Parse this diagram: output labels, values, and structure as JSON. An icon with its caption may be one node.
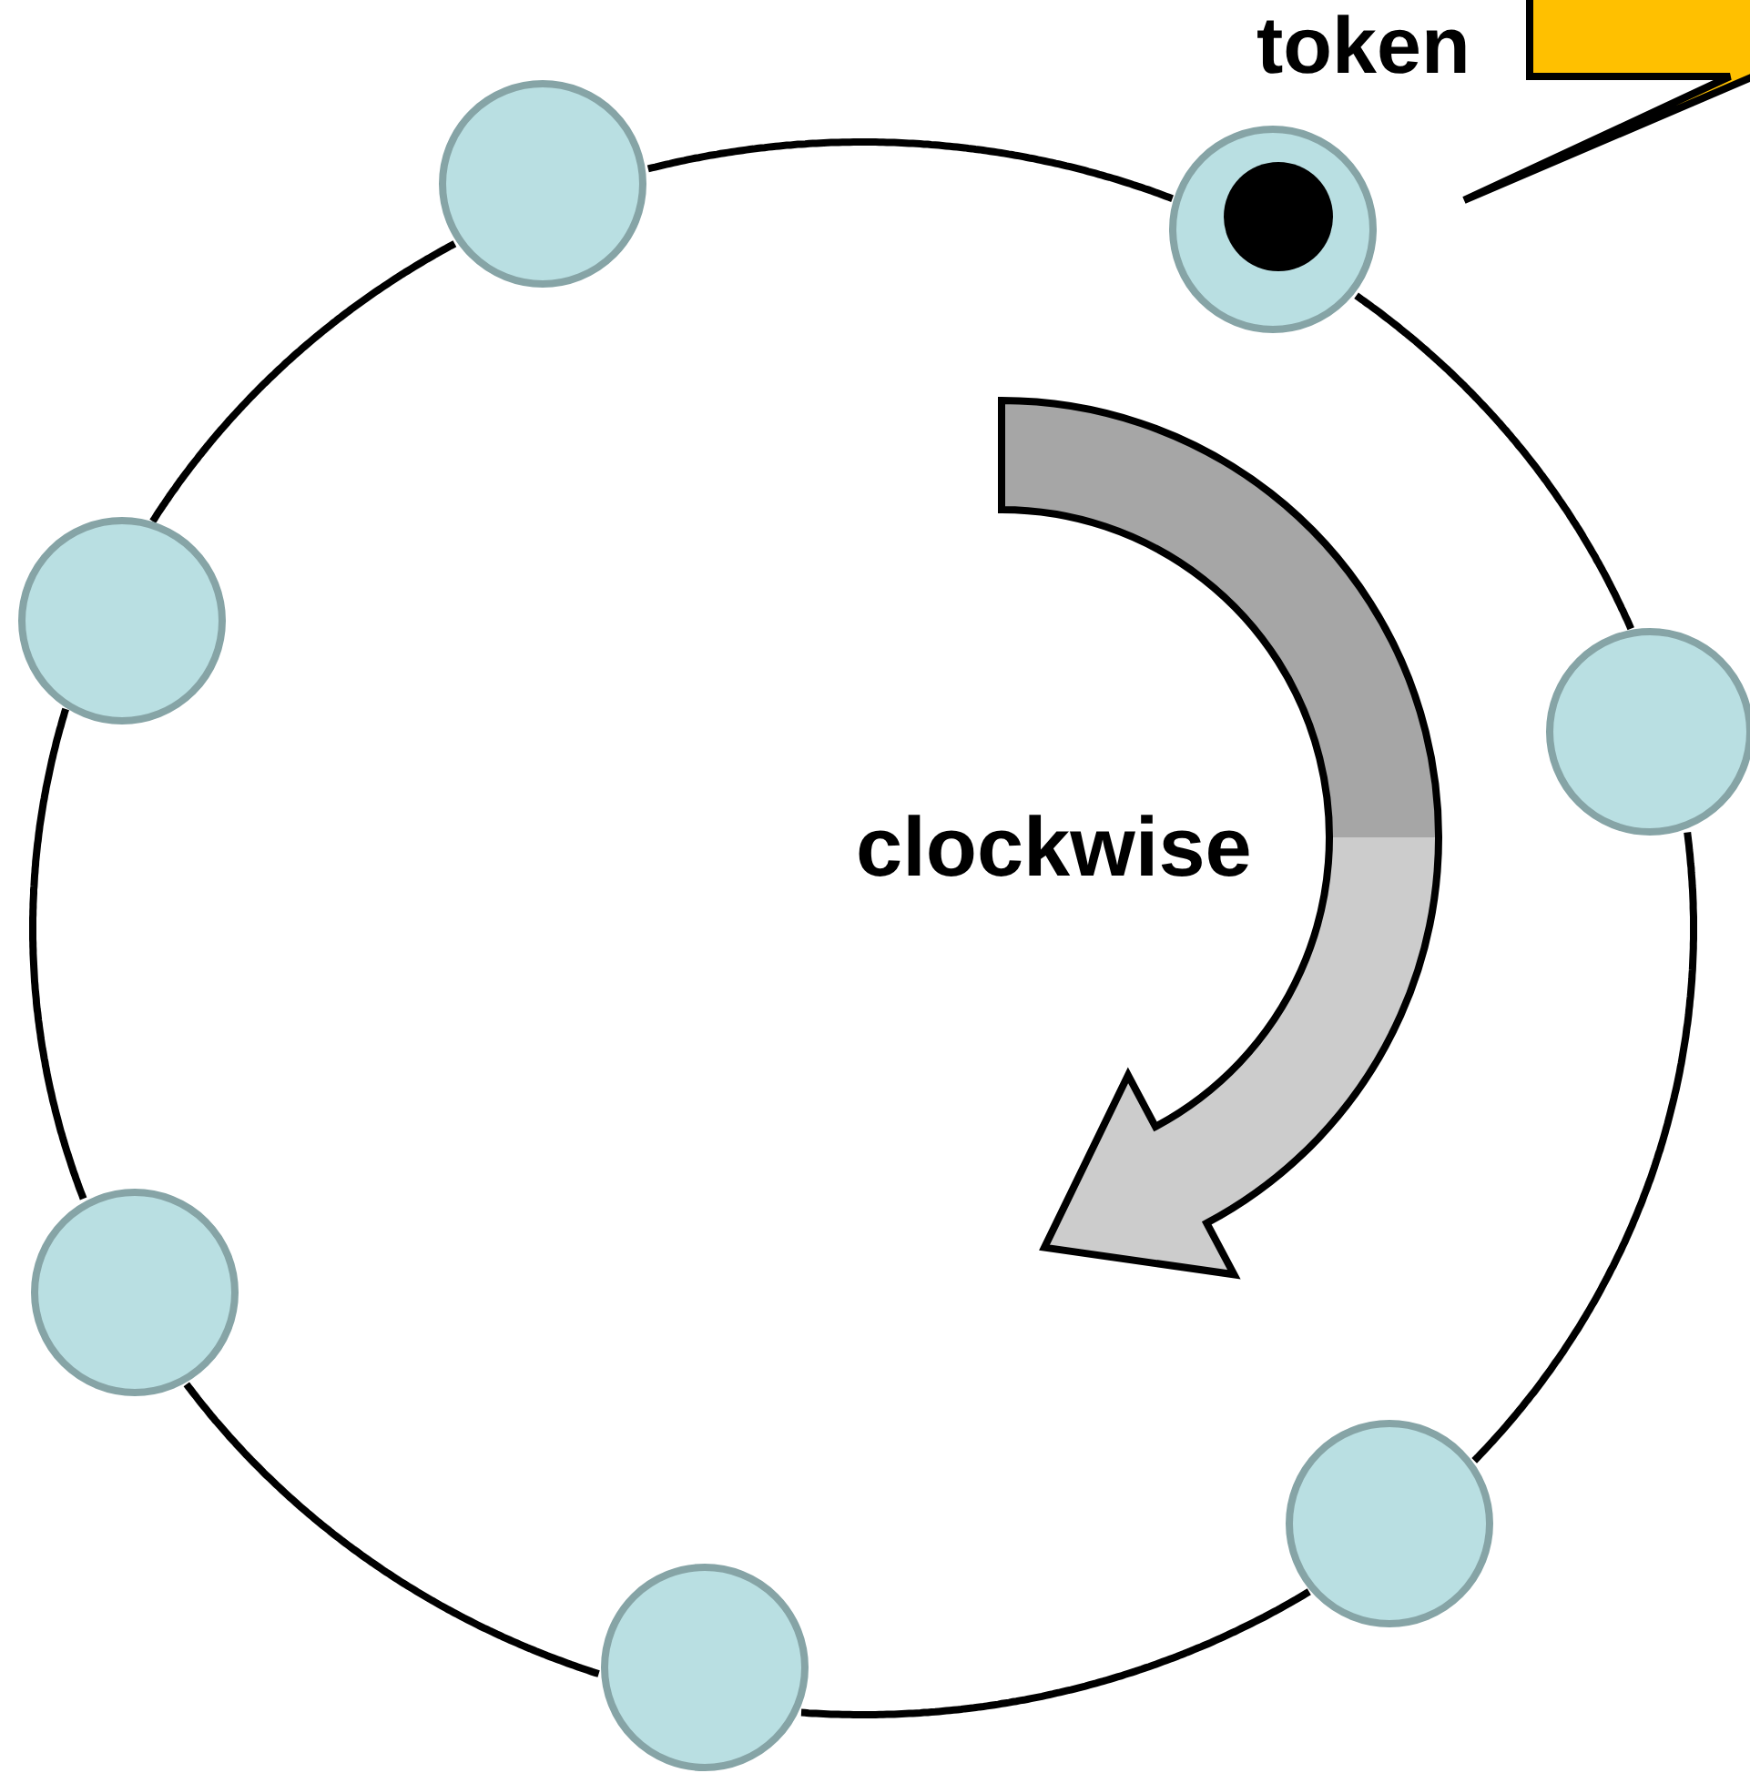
{
  "diagram": {
    "nodes": [
      {
        "text": [],
        "shape": "circle"
      },
      {
        "text": [],
        "shape": "circle"
      },
      {
        "text": [],
        "shape": "circle"
      },
      {
        "text": [],
        "shape": "circle"
      },
      {
        "text": [],
        "shape": "circle"
      },
      {
        "text": [],
        "shape": "circle"
      },
      {
        "text": [],
        "shape": "circle"
      },
      {
        "text": [
          "token"
        ]
      }
    ],
    "edges": [
      {
        "from": 0,
        "to": 1,
        "arrow": "none"
      },
      {
        "from": 1,
        "to": 3,
        "arrow": "none"
      },
      {
        "from": 3,
        "to": 5,
        "arrow": "none"
      },
      {
        "from": 5,
        "to": 6,
        "arrow": "none"
      },
      {
        "from": 6,
        "to": 4,
        "arrow": "none"
      },
      {
        "from": 4,
        "to": 2,
        "arrow": "none"
      },
      {
        "from": 2,
        "to": 0,
        "arrow": "none"
      }
    ],
    "labels": [
      "clockwise"
    ]
  }
}
